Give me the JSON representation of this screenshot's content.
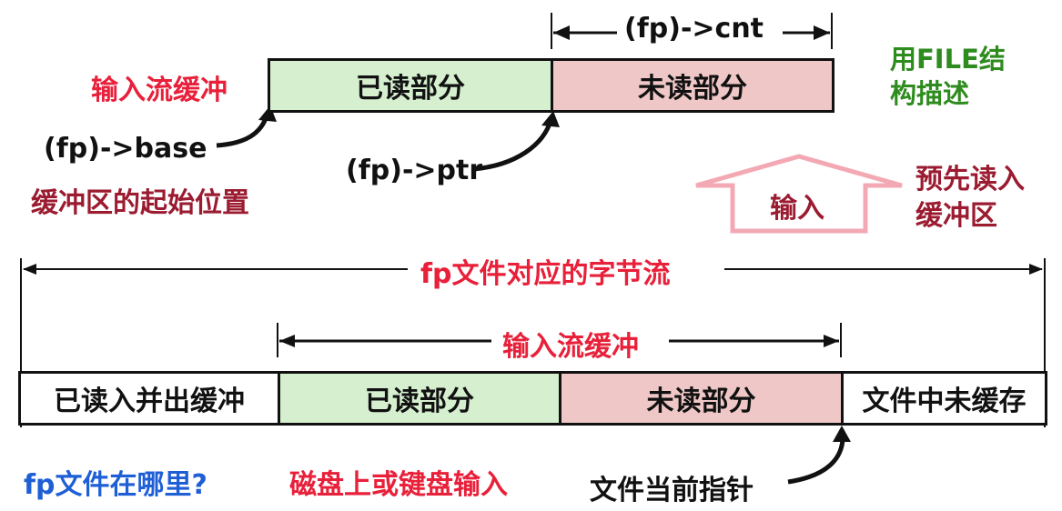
{
  "colors": {
    "red": "#e8203a",
    "dark_red": "#9b1b30",
    "green": "#2e8b1e",
    "blue": "#1f5fd6",
    "black": "#111111",
    "read_fill": "#d5efcf",
    "unread_fill": "#efc7c7",
    "arrow_pink": "#f3a9b4"
  },
  "top": {
    "label_buffer": "输入流缓冲",
    "cell_read": "已读部分",
    "cell_unread": "未读部分",
    "cnt_label": "(fp)->cnt",
    "file_struct": "用FILE结\n构描述",
    "base_label": "(fp)->base",
    "base_desc": "缓冲区的起始位置",
    "ptr_label": "(fp)->ptr",
    "input_arrow_label": "输入",
    "preread_label": "预先读入\n缓冲区"
  },
  "bottom": {
    "stream_label": "fp文件对应的字节流",
    "buffer_label": "输入流缓冲",
    "cell_out": "已读入并出缓冲",
    "cell_read": "已读部分",
    "cell_unread": "未读部分",
    "cell_uncached": "文件中未缓存",
    "question": "fp文件在哪里?",
    "source": "磁盘上或键盘输入",
    "file_pointer": "文件当前指针"
  }
}
